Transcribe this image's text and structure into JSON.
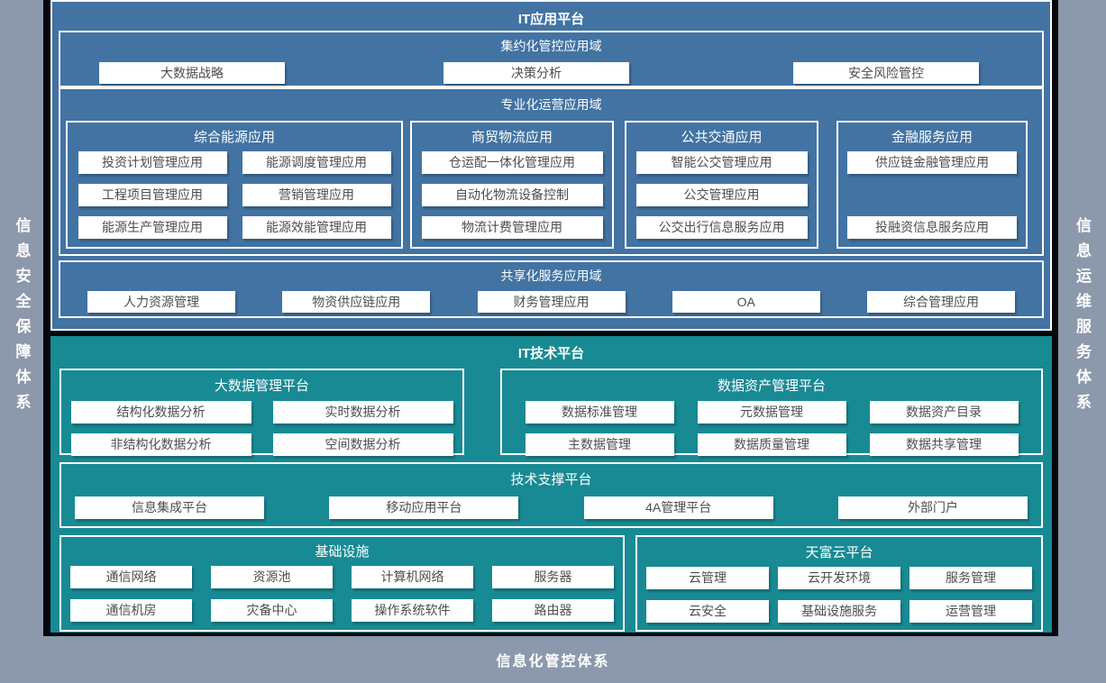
{
  "colors": {
    "blue": "#4273A3",
    "teal": "#188A94",
    "gray": "#8C99AC",
    "dark": "#06080E",
    "box_text": "#4D4D4D"
  },
  "frame": {
    "left_bar": "信息安全保障体系",
    "right_bar": "信息运维服务体系",
    "bottom_bar": "信息化管控体系"
  },
  "app_platform": {
    "title": "IT应用平台",
    "intensive": {
      "title": "集约化管控应用域",
      "items": [
        "大数据战略",
        "决策分析",
        "安全风险管控"
      ]
    },
    "specialized": {
      "title": "专业化运营应用域",
      "columns": [
        {
          "title": "综合能源应用",
          "items": [
            "投资计划管理应用",
            "能源调度管理应用",
            "工程项目管理应用",
            "营销管理应用",
            "能源生产管理应用",
            "能源效能管理应用"
          ]
        },
        {
          "title": "商贸物流应用",
          "items": [
            "仓运配一体化管理应用",
            "自动化物流设备控制",
            "物流计费管理应用"
          ]
        },
        {
          "title": "公共交通应用",
          "items": [
            "智能公交管理应用",
            "公交管理应用",
            "公交出行信息服务应用"
          ]
        },
        {
          "title": "金融服务应用",
          "items": [
            "供应链金融管理应用",
            "投融资信息服务应用"
          ]
        }
      ]
    },
    "shared": {
      "title": "共享化服务应用域",
      "items": [
        "人力资源管理",
        "物资供应链应用",
        "财务管理应用",
        "OA",
        "综合管理应用"
      ]
    }
  },
  "tech_platform": {
    "title": "IT技术平台",
    "bigdata": {
      "title": "大数据管理平台",
      "items": [
        "结构化数据分析",
        "实时数据分析",
        "非结构化数据分析",
        "空间数据分析"
      ]
    },
    "data_asset": {
      "title": "数据资产管理平台",
      "items": [
        "数据标准管理",
        "元数据管理",
        "数据资产目录",
        "主数据管理",
        "数据质量管理",
        "数据共享管理"
      ]
    },
    "tech_support": {
      "title": "技术支撑平台",
      "items": [
        "信息集成平台",
        "移动应用平台",
        "4A管理平台",
        "外部门户"
      ]
    },
    "infrastructure": {
      "title": "基础设施",
      "items": [
        "通信网络",
        "资源池",
        "计算机网络",
        "服务器",
        "通信机房",
        "灾备中心",
        "操作系统软件",
        "路由器"
      ]
    },
    "cloud": {
      "title": "天富云平台",
      "items": [
        "云管理",
        "云开发环境",
        "服务管理",
        "云安全",
        "基础设施服务",
        "运营管理"
      ]
    }
  }
}
